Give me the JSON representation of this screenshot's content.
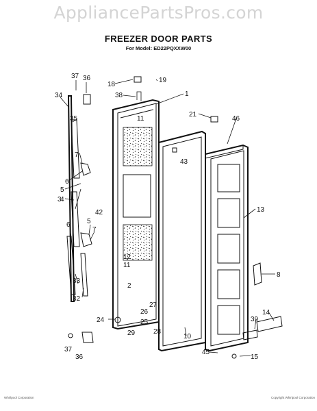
{
  "watermark": "AppliancePartsPros.com",
  "title": "FREEZER DOOR PARTS",
  "subtitle": "For Model: ED22PQXXW00",
  "footer_left": "Whirlpool Corporation",
  "footer_right": "Copyright Whirlpool Corporation",
  "callouts": [
    {
      "id": "c37a",
      "text": "37"
    },
    {
      "id": "c36a",
      "text": "36"
    },
    {
      "id": "c18",
      "text": "18"
    },
    {
      "id": "c19",
      "text": "19"
    },
    {
      "id": "c38",
      "text": "38"
    },
    {
      "id": "c1",
      "text": "1"
    },
    {
      "id": "c34",
      "text": "34"
    },
    {
      "id": "c21",
      "text": "21"
    },
    {
      "id": "c35",
      "text": "35"
    },
    {
      "id": "c11a",
      "text": "11"
    },
    {
      "id": "c46",
      "text": "46"
    },
    {
      "id": "c43",
      "text": "43"
    },
    {
      "id": "c7a",
      "text": "7"
    },
    {
      "id": "c6a",
      "text": "6"
    },
    {
      "id": "c5a",
      "text": "5"
    },
    {
      "id": "c4",
      "text": "4"
    },
    {
      "id": "c3",
      "text": "3"
    },
    {
      "id": "c42",
      "text": "42"
    },
    {
      "id": "c13",
      "text": "13"
    },
    {
      "id": "c5b",
      "text": "5"
    },
    {
      "id": "c6b",
      "text": "6"
    },
    {
      "id": "c7b",
      "text": "7"
    },
    {
      "id": "c12",
      "text": "12"
    },
    {
      "id": "c11b",
      "text": "11"
    },
    {
      "id": "c8",
      "text": "8"
    },
    {
      "id": "c33",
      "text": "33"
    },
    {
      "id": "c2",
      "text": "2"
    },
    {
      "id": "c32",
      "text": "32"
    },
    {
      "id": "c27",
      "text": "27"
    },
    {
      "id": "c26",
      "text": "26"
    },
    {
      "id": "c24",
      "text": "24"
    },
    {
      "id": "c25",
      "text": "25"
    },
    {
      "id": "c28",
      "text": "28"
    },
    {
      "id": "c29",
      "text": "29"
    },
    {
      "id": "c10",
      "text": "10"
    },
    {
      "id": "c14",
      "text": "14"
    },
    {
      "id": "c39",
      "text": "39"
    },
    {
      "id": "c37b",
      "text": "37"
    },
    {
      "id": "c45",
      "text": "45"
    },
    {
      "id": "c15",
      "text": "15"
    },
    {
      "id": "c36b",
      "text": "36"
    }
  ]
}
